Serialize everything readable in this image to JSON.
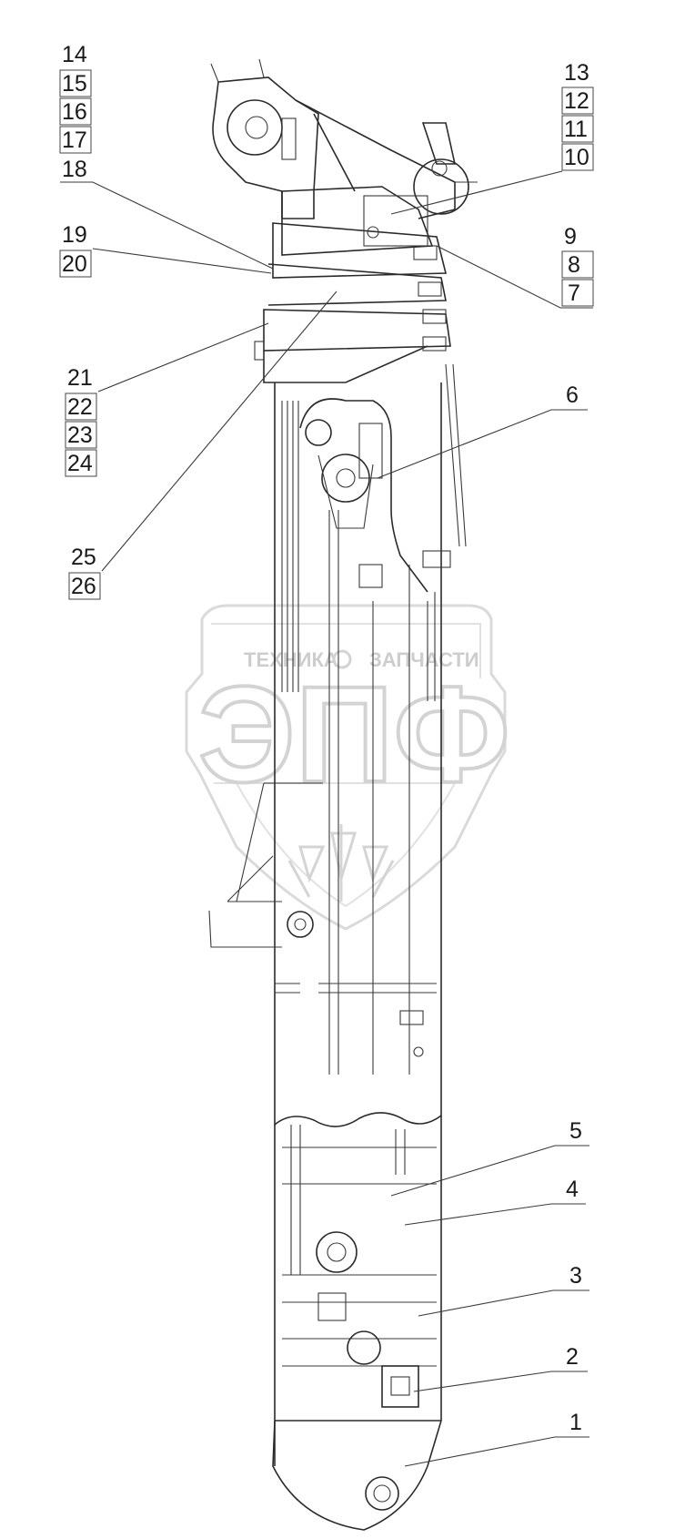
{
  "callouts": [
    {
      "id": "c14",
      "text": "14"
    },
    {
      "id": "c15",
      "text": "15"
    },
    {
      "id": "c16",
      "text": "16"
    },
    {
      "id": "c17",
      "text": "17"
    },
    {
      "id": "c18",
      "text": "18"
    },
    {
      "id": "c19",
      "text": "19"
    },
    {
      "id": "c20",
      "text": "20"
    },
    {
      "id": "c21",
      "text": "21"
    },
    {
      "id": "c22",
      "text": "22"
    },
    {
      "id": "c23",
      "text": "23"
    },
    {
      "id": "c24",
      "text": "24"
    },
    {
      "id": "c25",
      "text": "25"
    },
    {
      "id": "c26",
      "text": "26"
    },
    {
      "id": "c13",
      "text": "13"
    },
    {
      "id": "c12",
      "text": "12"
    },
    {
      "id": "c11",
      "text": "11"
    },
    {
      "id": "c10",
      "text": "10"
    },
    {
      "id": "c9",
      "text": "9"
    },
    {
      "id": "c8",
      "text": "8"
    },
    {
      "id": "c7",
      "text": "7"
    },
    {
      "id": "c6",
      "text": "6"
    },
    {
      "id": "c5",
      "text": "5"
    },
    {
      "id": "c4",
      "text": "4"
    },
    {
      "id": "c3",
      "text": "3"
    },
    {
      "id": "c2",
      "text": "2"
    },
    {
      "id": "c1",
      "text": "1"
    }
  ],
  "watermark": {
    "left_word": "ТЕХНИКА",
    "right_word": "ЗАПЧАСТИ",
    "big_letters": "ЭПФ"
  }
}
